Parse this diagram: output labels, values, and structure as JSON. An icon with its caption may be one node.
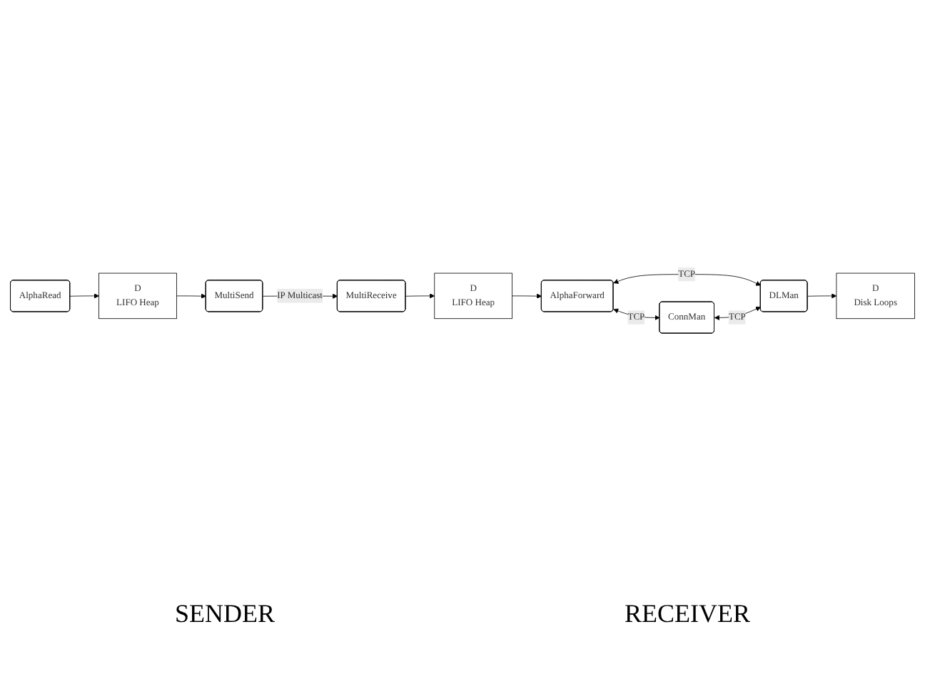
{
  "diagram": {
    "nodes": [
      {
        "text": [
          "AlphaForward"
        ]
      },
      {
        "text": [
          "ConnMan"
        ]
      },
      {
        "text": [
          "D",
          "LIFO Heap"
        ]
      },
      {
        "text": [
          "DLMan"
        ]
      },
      {
        "text": [
          "AlphaRead"
        ]
      },
      {
        "text": [
          "MultiSend"
        ]
      },
      {
        "text": [
          "MultiReceive"
        ]
      },
      {
        "text": [
          "D",
          "LIFO Heap"
        ]
      },
      {
        "text": [
          "D",
          "Disk Loops"
        ]
      }
    ],
    "edges": [
      {
        "from": 0,
        "to": 1,
        "arrow": "both",
        "label": "TCP"
      },
      {
        "from": 0,
        "to": 3,
        "arrow": "both",
        "label": "TCP"
      },
      {
        "from": 1,
        "to": 3,
        "arrow": "both",
        "label": "TCP"
      },
      {
        "from": 2,
        "to": 0,
        "arrow": "to"
      },
      {
        "from": 6,
        "to": 2,
        "arrow": "to"
      },
      {
        "from": 4,
        "to": 7,
        "arrow": "to"
      },
      {
        "from": 7,
        "to": 5,
        "arrow": "to"
      },
      {
        "from": 5,
        "to": 6,
        "arrow": "to",
        "label": "IP Multicast"
      },
      {
        "from": 3,
        "to": 8,
        "arrow": "to"
      }
    ],
    "labels": [
      "SENDER",
      "RECEIVER"
    ]
  }
}
